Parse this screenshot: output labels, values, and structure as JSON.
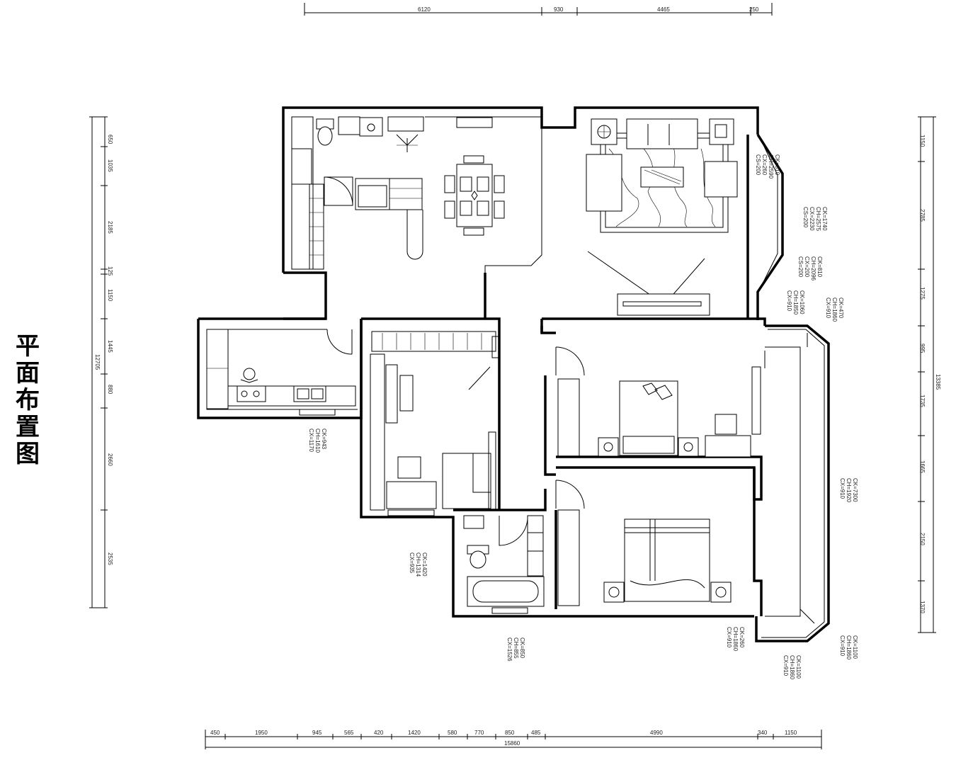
{
  "title": "平面布置图",
  "top_dimensions": {
    "segments": [
      "6120",
      "930",
      "4465",
      "250"
    ]
  },
  "bottom_dimensions": {
    "segments": [
      "450",
      "1950",
      "945",
      "565",
      "420",
      "1420",
      "580",
      "770",
      "850",
      "485",
      "4990",
      "340",
      "1150"
    ],
    "total": "15860"
  },
  "left_dimensions": {
    "segments": [
      "650",
      "1035",
      "2185",
      "125",
      "1150",
      "1445",
      "880",
      "2660",
      "2535"
    ],
    "total": "12705"
  },
  "right_dimensions": {
    "segments": [
      "1150",
      "2785",
      "1275",
      "995",
      "1735",
      "1665",
      "2150",
      "1370"
    ],
    "total": "13385"
  },
  "window_labels": [
    {
      "lines": [
        "CK=810",
        "CH=2590",
        "CX=260",
        "CS=200"
      ]
    },
    {
      "lines": [
        "CK=1740",
        "CH=2575",
        "CX=2230",
        "CS=200"
      ]
    },
    {
      "lines": [
        "CK=810",
        "CH=2096",
        "CX=200",
        "CS=200"
      ]
    },
    {
      "lines": [
        "CK=1060",
        "CH=1850",
        "CX=910"
      ]
    },
    {
      "lines": [
        "CK=470",
        "CH=1860",
        "CX=910"
      ]
    },
    {
      "lines": [
        "CK=943",
        "CH=1610",
        "CX=1170"
      ]
    },
    {
      "lines": [
        "CK=1420",
        "CH=1314",
        "CX=935"
      ]
    },
    {
      "lines": [
        "CK=850",
        "CH=855",
        "CX=1526"
      ]
    },
    {
      "lines": [
        "CK=260",
        "CH=1860",
        "CX=910"
      ]
    },
    {
      "lines": [
        "CK=1100",
        "CH=1860",
        "CX=910"
      ]
    },
    {
      "lines": [
        "CK=1100",
        "CH=1860",
        "CX=910"
      ]
    },
    {
      "lines": [
        "CK=7300",
        "CH=1920",
        "CX=910"
      ]
    }
  ]
}
